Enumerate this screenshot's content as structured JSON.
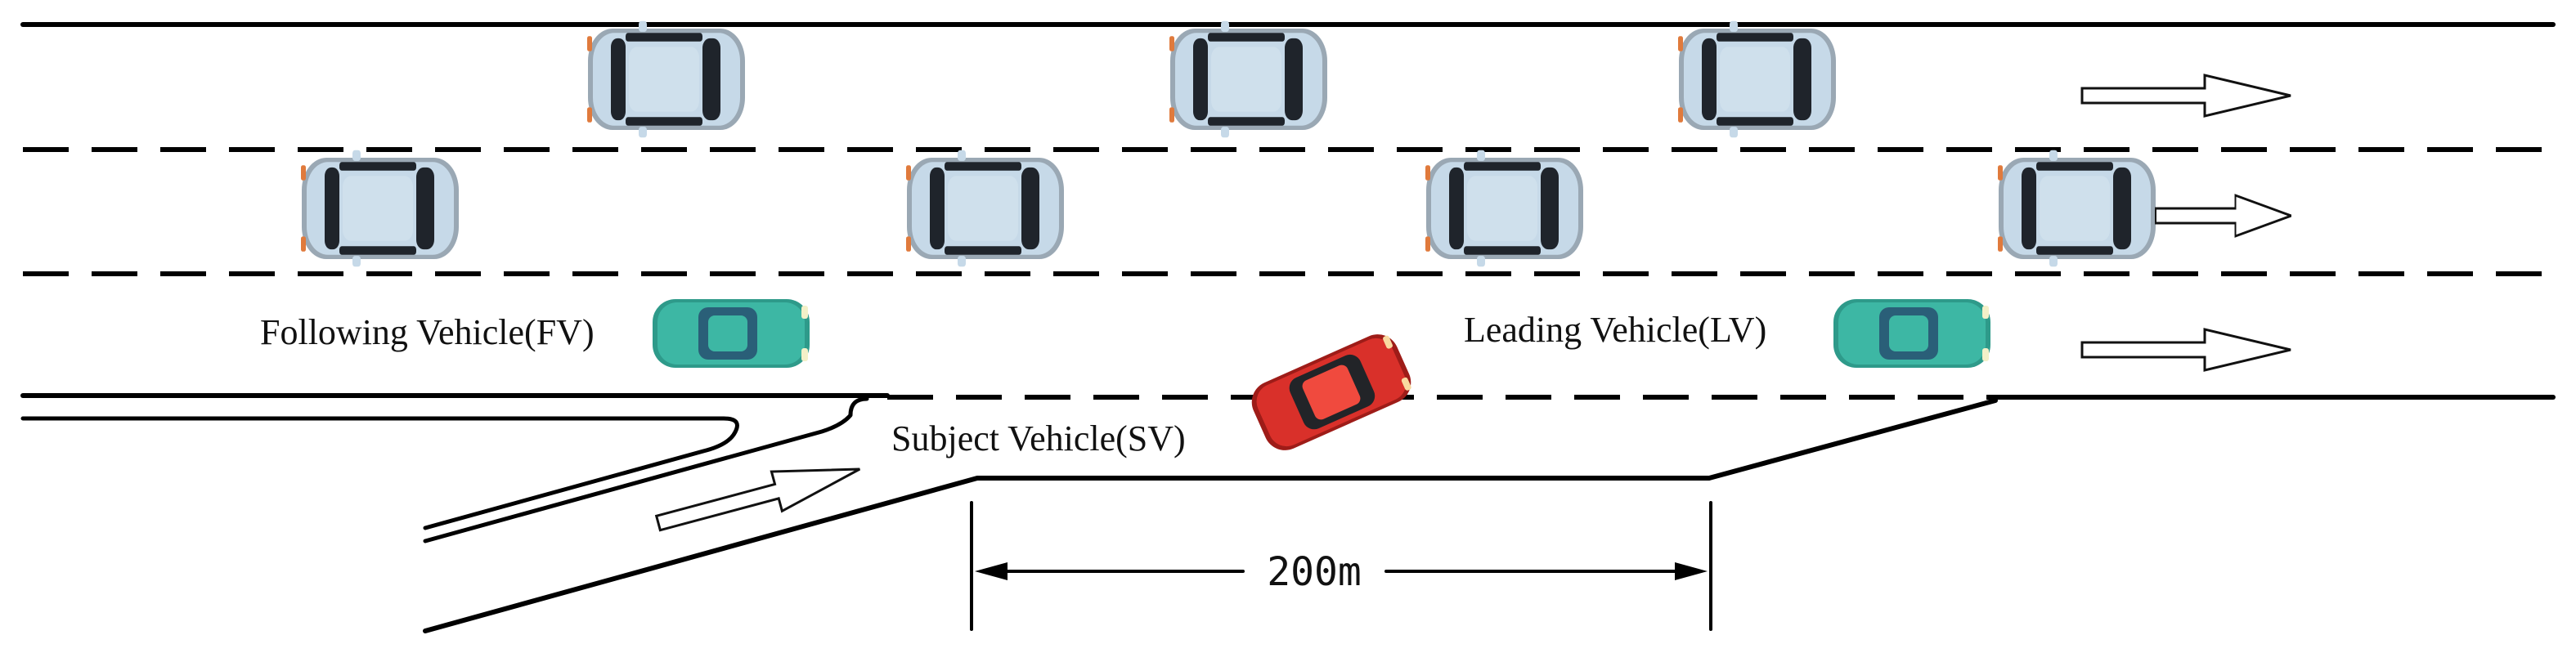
{
  "labels": {
    "following_vehicle": "Following Vehicle(FV)",
    "leading_vehicle": "Leading Vehicle(LV)",
    "subject_vehicle": "Subject Vehicle(SV)",
    "ramp_length": "200m"
  },
  "colors": {
    "traffic_car": "#c6d9e8",
    "fv_lv_car": "#3db7a4",
    "subject_car": "#d9302a",
    "road_line": "#000000"
  },
  "icons": {
    "traffic_car": "car-top-view-icon",
    "direction": "traffic-direction-arrow-icon"
  }
}
